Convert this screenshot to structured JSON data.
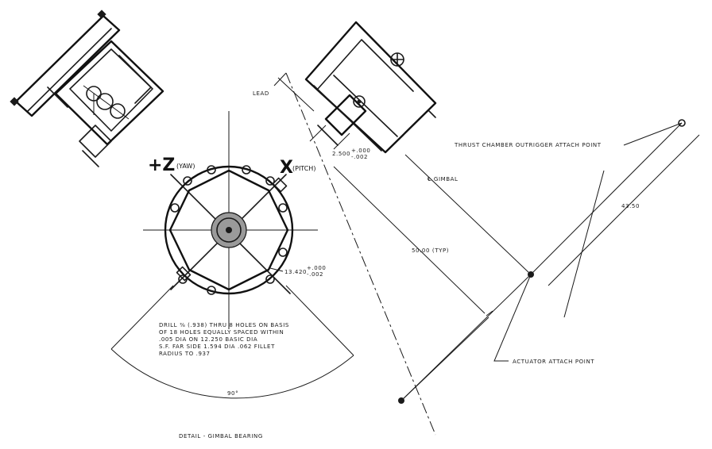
{
  "labels": {
    "plus_z": "+Z",
    "yaw": "(YAW)",
    "x": "X",
    "pitch": "(PITCH)",
    "thrust_attach": "THRUST CHAMBER OUTRIGGER ATTACH POINT",
    "gimbal": "℄ GIMBAL",
    "dim_4350": "43.50",
    "dim_5000": "50.00 (TYP)",
    "dim_13420": "13.420",
    "dim_13420_tol_plus": "+.000",
    "dim_13420_tol_minus": "-.002",
    "dim_2500": "2.500",
    "dim_2500_tol_plus": "+.000",
    "dim_2500_tol_minus": "-.002",
    "angle_90": "90°",
    "actuator_attach": "ACTUATOR ATTACH POINT",
    "leader_small": "LEAD",
    "title": "DETAIL - GIMBAL BEARING",
    "note_lines": [
      "DRILL ⅜ (.938) THRU 8 HOLES ON BASIS",
      "OF 18 HOLES EQUALLY SPACED WITHIN",
      ".005 DIA ON 12.250 BASIC DIA",
      "S.F. FAR SIDE 1.594 DIA .062 FILLET",
      "RADIUS TO .937"
    ]
  }
}
